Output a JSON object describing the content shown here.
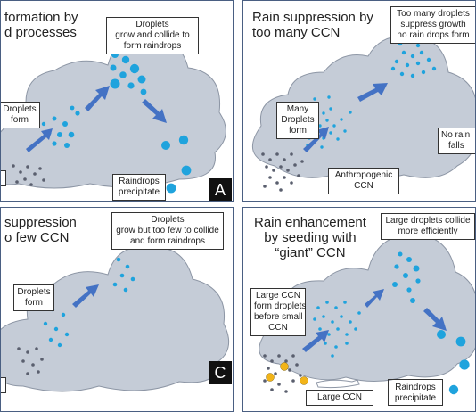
{
  "panels": {
    "a": {
      "title": [
        "formation by",
        "d processes"
      ],
      "top_label": [
        "Droplets",
        "grow and collide to",
        "form raindrops"
      ],
      "left_label": [
        "Droplets",
        "form"
      ],
      "bottom_label": [
        "Raindrops",
        "precipitate"
      ],
      "letter": "A"
    },
    "b": {
      "title": [
        "Rain suppression by",
        "too many CCN"
      ],
      "top_label": [
        "Too many droplets",
        "suppress growth",
        "no rain drops form"
      ],
      "left_label": [
        "Many",
        "Droplets",
        "form"
      ],
      "right_label": [
        "No rain",
        "falls"
      ],
      "bottom_label": [
        "Anthropogenic",
        "CCN"
      ]
    },
    "c": {
      "title": [
        "suppression",
        "o few CCN"
      ],
      "top_label": [
        "Droplets",
        "grow but too few to collide",
        "and form raindrops"
      ],
      "left_label": [
        "Droplets",
        "form"
      ],
      "letter": "C"
    },
    "d": {
      "title": [
        "Rain enhancement",
        "by seeding with",
        "“giant” CCN"
      ],
      "top_label": [
        "Large droplets collide",
        "more efficiently"
      ],
      "left_label": [
        "Large CCN",
        "form droplets",
        "before small",
        "CCN"
      ],
      "bottom_label": "Large CCN",
      "right_label": [
        "Raindrops",
        "precipitate"
      ]
    }
  },
  "colors": {
    "cloud": "#c5ccd7",
    "cloud_edge": "#8d96a5",
    "droplet": "#1fa3dd",
    "arrow": "#4472c4",
    "ccn": "#5a5f6e",
    "giant_ccn": "#f2b418"
  }
}
